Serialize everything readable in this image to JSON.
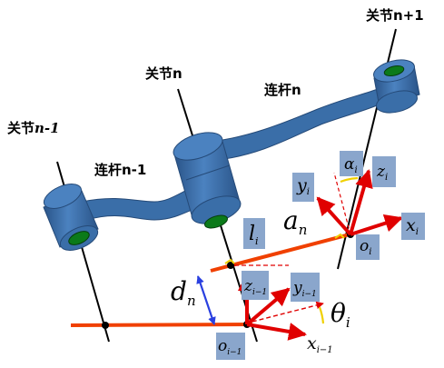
{
  "labels": {
    "joint_n_minus_1_prefix": "关节",
    "joint_n_minus_1_suffix": "n-1",
    "joint_n": "关节n",
    "joint_n_plus_1": "关节n+1",
    "link_n": "连杆n",
    "link_n_minus_1": "连杆n-1"
  },
  "symbols": {
    "a_n": "a",
    "a_n_sub": "n",
    "d_n": "d",
    "d_n_sub": "n",
    "l_i": "l",
    "l_i_sub": "i",
    "theta_i": "θ",
    "theta_i_sub": "i",
    "alpha_i": "α",
    "alpha_i_sub": "i",
    "z_i": "z",
    "z_i_sub": "i",
    "y_i": "y",
    "y_i_sub": "i",
    "x_i": "x",
    "x_i_sub": "i",
    "o_i": "o",
    "o_i_sub": "i",
    "z_im1": "z",
    "z_im1_sub": "i−1",
    "y_im1": "y",
    "y_im1_sub": "i−1",
    "x_im1": "x",
    "x_im1_sub": "i−1",
    "o_im1": "o",
    "o_im1_sub": "i−1"
  },
  "colors": {
    "joint_body": "#3a6ea8",
    "joint_dark": "#2a5488",
    "joint_end": "#0b7a1a",
    "axis_red": "#e00000",
    "common_normal": "#f04000",
    "distance_arrow": "#2a40e0",
    "angle_yellow": "#f0d000",
    "label_box": "#8aa6cc"
  }
}
